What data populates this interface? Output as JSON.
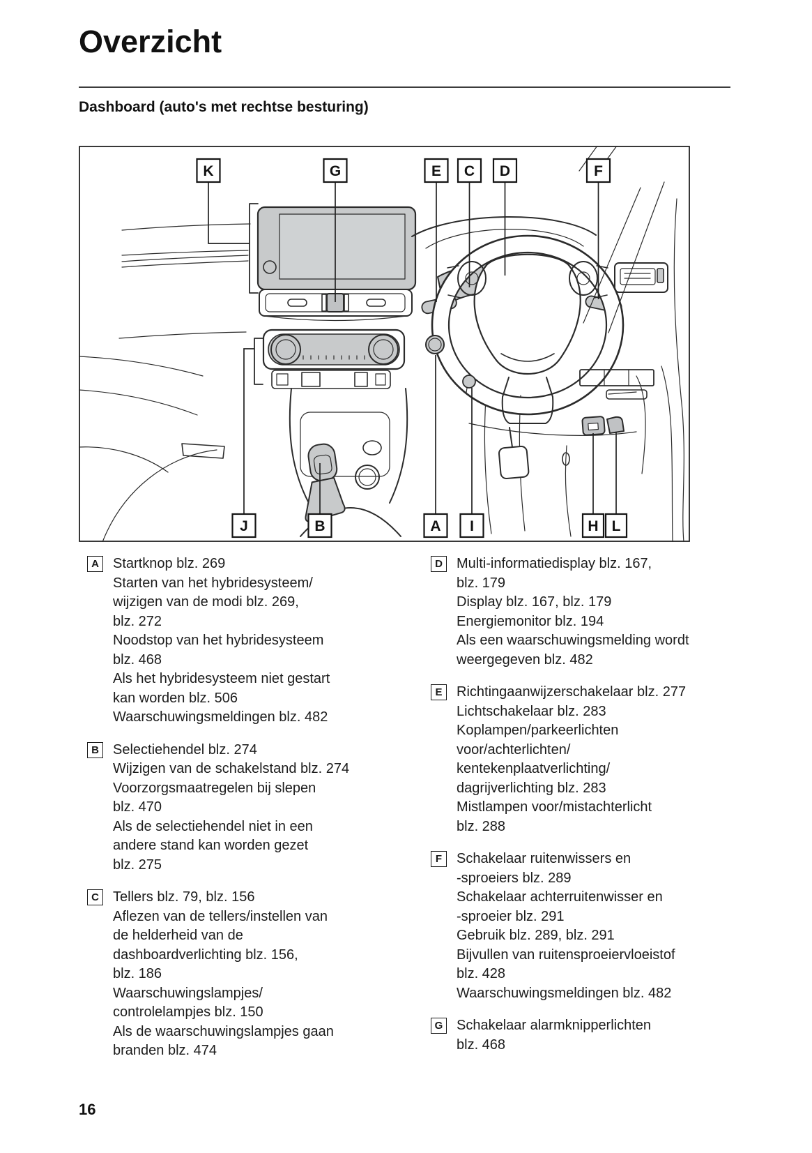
{
  "page": {
    "title": "Overzicht",
    "subtitle": "Dashboard (auto's met rechtse besturing)",
    "page_number": "16"
  },
  "colors": {
    "shade_gray": "#c8cacb",
    "line": "#2b2b2b"
  },
  "diagram": {
    "callouts_top": [
      "K",
      "G",
      "E",
      "C",
      "D",
      "F"
    ],
    "callouts_bottom": [
      "J",
      "B",
      "A",
      "I",
      "H",
      "L"
    ]
  },
  "legend": {
    "left": [
      {
        "letter": "A",
        "lines": [
          "Startknop blz. 269",
          "Starten van het hybridesysteem/",
          "wijzigen van de modi blz. 269,",
          "blz. 272",
          "Noodstop van het hybridesysteem",
          "blz. 468",
          "Als het hybridesysteem niet gestart",
          "kan worden blz. 506",
          "Waarschuwingsmeldingen blz. 482"
        ]
      },
      {
        "letter": "B",
        "lines": [
          "Selectiehendel blz. 274",
          "Wijzigen van de schakelstand blz. 274",
          "Voorzorgsmaatregelen bij slepen",
          "blz. 470",
          "Als de selectiehendel niet in een",
          "andere stand kan worden gezet",
          "blz. 275"
        ]
      },
      {
        "letter": "C",
        "lines": [
          "Tellers blz. 79, blz. 156",
          "Aflezen van de tellers/instellen van",
          "de helderheid van de",
          "dashboardverlichting blz. 156,",
          "blz. 186",
          "Waarschuwingslampjes/",
          "controlelampjes blz. 150",
          "Als de waarschuwingslampjes gaan",
          "branden blz. 474"
        ]
      }
    ],
    "right": [
      {
        "letter": "D",
        "lines": [
          "Multi-informatiedisplay blz. 167,",
          "blz. 179",
          "Display blz. 167, blz. 179",
          "Energiemonitor blz. 194",
          "Als een waarschuwingsmelding wordt",
          "weergegeven blz. 482"
        ]
      },
      {
        "letter": "E",
        "lines": [
          "Richtingaanwijzerschakelaar blz. 277",
          "Lichtschakelaar blz. 283",
          "Koplampen/parkeerlichten",
          "voor/achterlichten/",
          "kentekenplaatverlichting/",
          "dagrijverlichting blz. 283",
          "Mistlampen voor/mistachterlicht",
          "blz. 288"
        ]
      },
      {
        "letter": "F",
        "lines": [
          "Schakelaar ruitenwissers en",
          "-sproeiers blz. 289",
          "Schakelaar achterruitenwisser en",
          "-sproeier blz. 291",
          "Gebruik blz. 289, blz. 291",
          "Bijvullen van ruitensproeiervloeistof",
          "blz. 428",
          "Waarschuwingsmeldingen blz. 482"
        ]
      },
      {
        "letter": "G",
        "lines": [
          "Schakelaar alarmknipperlichten",
          "blz. 468"
        ]
      }
    ]
  }
}
